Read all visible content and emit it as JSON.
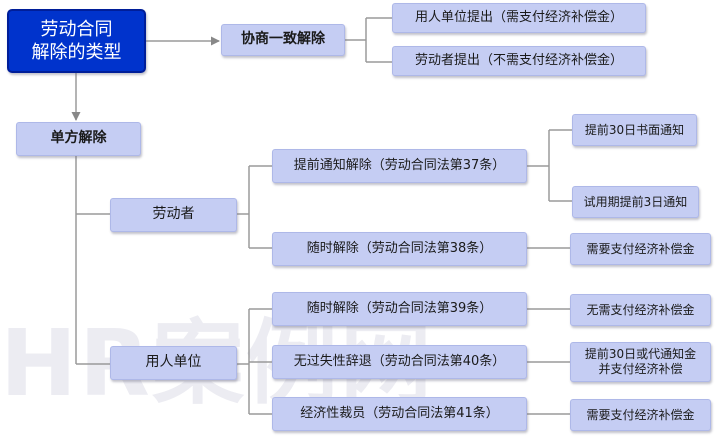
{
  "watermark": "HR案例网",
  "root": "劳动合同\n解除的类型",
  "mutual": {
    "label": "协商一致解除",
    "items": [
      "用人单位提出（需支付经济补偿金）",
      "劳动者提出（不需支付经济补偿金）"
    ]
  },
  "unilateral": {
    "label": "单方解除",
    "employee": {
      "label": "劳动者",
      "notice": {
        "label": "提前通知解除（劳动合同法第37条）",
        "items": [
          "提前30日书面通知",
          "试用期提前3日通知"
        ]
      },
      "immediate": {
        "label": "随时解除（劳动合同法第38条）",
        "result": "需要支付经济补偿金"
      }
    },
    "employer": {
      "label": "用人单位",
      "immediate": {
        "label": "随时解除（劳动合同法第39条）",
        "result": "无需支付经济补偿金"
      },
      "no_fault": {
        "label": "无过失性辞退（劳动合同法第40条）",
        "result": "提前30日或代通知金\n并支付经济补偿"
      },
      "layoff": {
        "label": "经济性裁员（劳动合同法第41条）",
        "result": "需要支付经济补偿金"
      }
    }
  }
}
